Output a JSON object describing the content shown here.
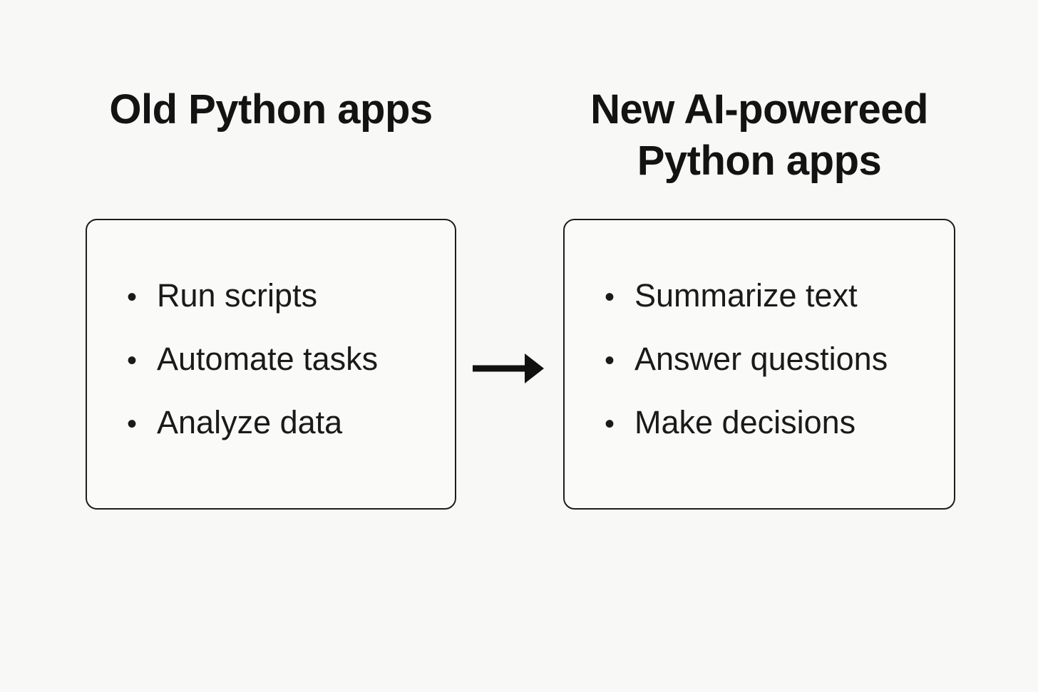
{
  "diagram": {
    "background_color": "#f8f8f6",
    "ink_color": "#171717",
    "arrow_icon": "right-arrow"
  },
  "left_panel": {
    "title": "Old Python apps",
    "bullet_glyph": "•",
    "items": [
      "Run scripts",
      "Automate tasks",
      "Analyze data"
    ]
  },
  "right_panel": {
    "title": "New AI-powereed Python apps",
    "bullet_glyph": "•",
    "items": [
      "Summarize text",
      "Answer questions",
      "Make decisions"
    ]
  }
}
